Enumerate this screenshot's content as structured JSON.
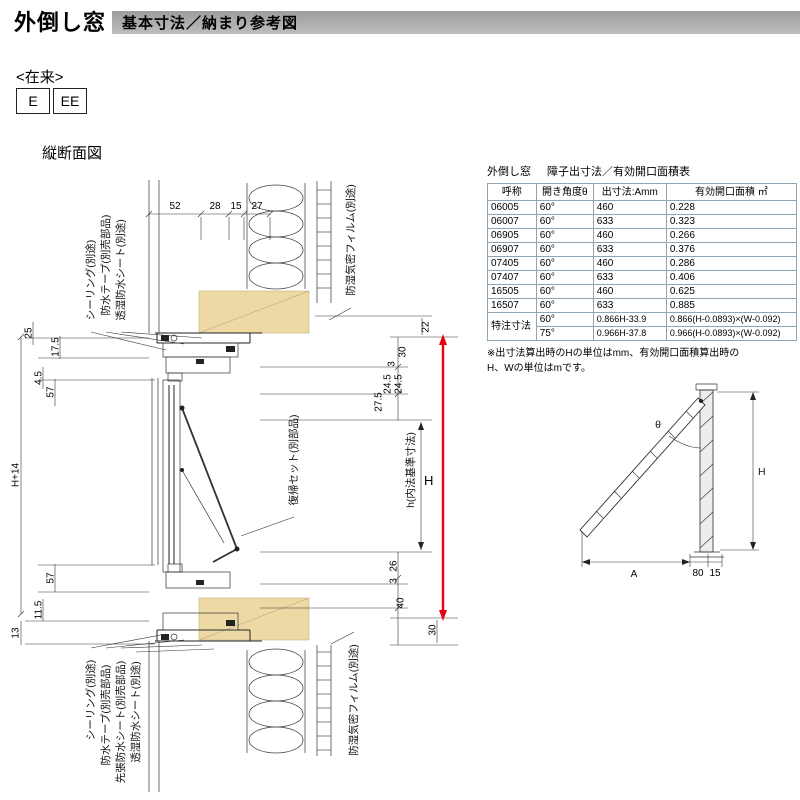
{
  "header": {
    "title": "外倒し窓",
    "subtitle": "基本寸法／納まり参考図"
  },
  "meta": {
    "zairai": "<在来>",
    "type_e": "E",
    "type_ee": "EE",
    "section_label": "縦断面図"
  },
  "table": {
    "title_left": "外倒し窓",
    "title_right": "障子出寸法／有効開口面積表",
    "headers": [
      "呼称",
      "開き角度θ",
      "出寸法:Amm",
      "有効開口面積 ㎡"
    ],
    "rows": [
      [
        "06005",
        "60°",
        "460",
        "0.228"
      ],
      [
        "06007",
        "60°",
        "633",
        "0.323"
      ],
      [
        "06905",
        "60°",
        "460",
        "0.266"
      ],
      [
        "06907",
        "60°",
        "633",
        "0.376"
      ],
      [
        "07405",
        "60°",
        "460",
        "0.286"
      ],
      [
        "07407",
        "60°",
        "633",
        "0.406"
      ],
      [
        "16505",
        "60°",
        "460",
        "0.625"
      ],
      [
        "16507",
        "60°",
        "633",
        "0.885"
      ]
    ],
    "special": {
      "name": "特注寸法",
      "row1": [
        "60°",
        "0.866H-33.9",
        "0.866(H-0.0893)×(W-0.092)"
      ],
      "row2": [
        "75°",
        "0.966H-37.8",
        "0.966(H-0.0893)×(W-0.092)"
      ]
    },
    "note1": "※出寸法算出時のHの単位はmm、有効開口面積算出時の",
    "note2": "H、Wの単位はmです。"
  },
  "section": {
    "dims_top": [
      "52",
      "28",
      "15",
      "27"
    ],
    "dims_left": [
      "25",
      "17.5",
      "4.5",
      "57",
      "H+14",
      "57",
      "11.5",
      "13"
    ],
    "dims_right_top": [
      "22",
      "30",
      "3",
      "24.5",
      "24.5",
      "27.5"
    ],
    "dims_right_bottom": [
      "26",
      "3",
      "40",
      "30"
    ],
    "h_arrow": "H",
    "h_inner": "h(内法基準寸法)",
    "callout_sealing": "シーリング(別途)",
    "callout_tape": "防水テープ(別売部品)",
    "callout_sheet": "透湿防水シート(別途)",
    "callout_sakibari": "先張防水シート(別売部品)",
    "callout_film": "防湿気密フィルム(別途)",
    "callout_restore": "復帰セット(別部品)"
  },
  "angle": {
    "theta": "θ",
    "A": "A",
    "H": "H",
    "d80": "80",
    "d15": "15"
  },
  "colors": {
    "accent_red": "#e60012",
    "wood_tan": "#ecd9a4",
    "header_gray": "#a8a8a8"
  }
}
